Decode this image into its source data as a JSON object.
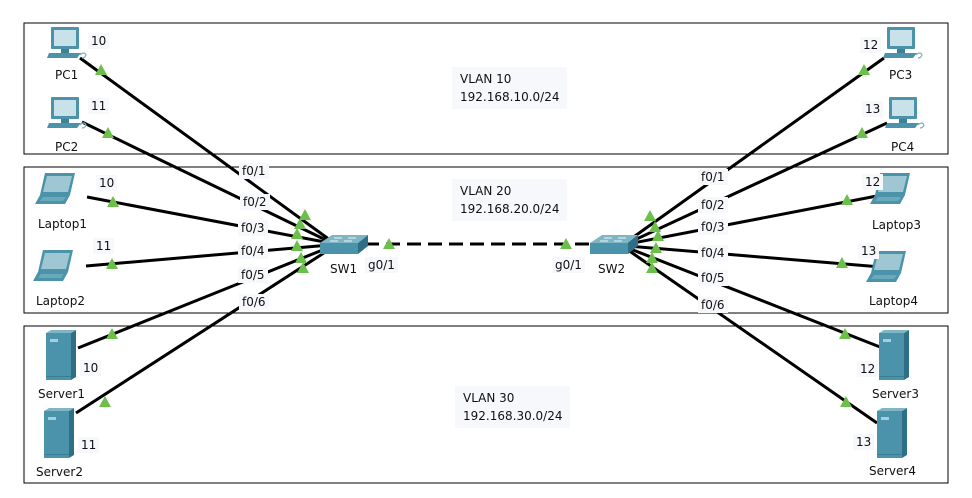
{
  "diagram_title": "",
  "vlans": [
    {
      "id": "vlan10",
      "name": "VLAN 10",
      "subnet": "192.168.10.0/24"
    },
    {
      "id": "vlan20",
      "name": "VLAN 20",
      "subnet": "192.168.20.0/24"
    },
    {
      "id": "vlan30",
      "name": "VLAN 30",
      "subnet": "192.168.30.0/24"
    }
  ],
  "switches": [
    {
      "id": "sw1",
      "name": "SW1",
      "uplink_port": "g0/1"
    },
    {
      "id": "sw2",
      "name": "SW2",
      "uplink_port": "g0/1"
    }
  ],
  "trunk": {
    "from": "SW1",
    "to": "SW2",
    "style": "dashed"
  },
  "devices": [
    {
      "name": "PC1",
      "type": "pc",
      "host": "10",
      "switch": "SW1",
      "port": "f0/1",
      "vlan": "VLAN 10"
    },
    {
      "name": "PC2",
      "type": "pc",
      "host": "11",
      "switch": "SW1",
      "port": "f0/2",
      "vlan": "VLAN 10"
    },
    {
      "name": "Laptop1",
      "type": "laptop",
      "host": "10",
      "switch": "SW1",
      "port": "f0/3",
      "vlan": "VLAN 20"
    },
    {
      "name": "Laptop2",
      "type": "laptop",
      "host": "11",
      "switch": "SW1",
      "port": "f0/4",
      "vlan": "VLAN 20"
    },
    {
      "name": "Server1",
      "type": "server",
      "host": "10",
      "switch": "SW1",
      "port": "f0/5",
      "vlan": "VLAN 30"
    },
    {
      "name": "Server2",
      "type": "server",
      "host": "11",
      "switch": "SW1",
      "port": "f0/6",
      "vlan": "VLAN 30"
    },
    {
      "name": "PC3",
      "type": "pc",
      "host": "12",
      "switch": "SW2",
      "port": "f0/1",
      "vlan": "VLAN 10"
    },
    {
      "name": "PC4",
      "type": "pc",
      "host": "13",
      "switch": "SW2",
      "port": "f0/2",
      "vlan": "VLAN 10"
    },
    {
      "name": "Laptop3",
      "type": "laptop",
      "host": "12",
      "switch": "SW2",
      "port": "f0/3",
      "vlan": "VLAN 20"
    },
    {
      "name": "Laptop4",
      "type": "laptop",
      "host": "13",
      "switch": "SW2",
      "port": "f0/4",
      "vlan": "VLAN 20"
    },
    {
      "name": "Server3",
      "type": "server",
      "host": "12",
      "switch": "SW2",
      "port": "f0/5",
      "vlan": "VLAN 30"
    },
    {
      "name": "Server4",
      "type": "server",
      "host": "13",
      "switch": "SW2",
      "port": "f0/6",
      "vlan": "VLAN 30"
    }
  ],
  "colors": {
    "link": "#000000",
    "link_up_indicator": "#6cbf4a",
    "device_teal": "#4b93aa",
    "zone_border": "#000000",
    "label_bg": "#f7f8fc"
  }
}
